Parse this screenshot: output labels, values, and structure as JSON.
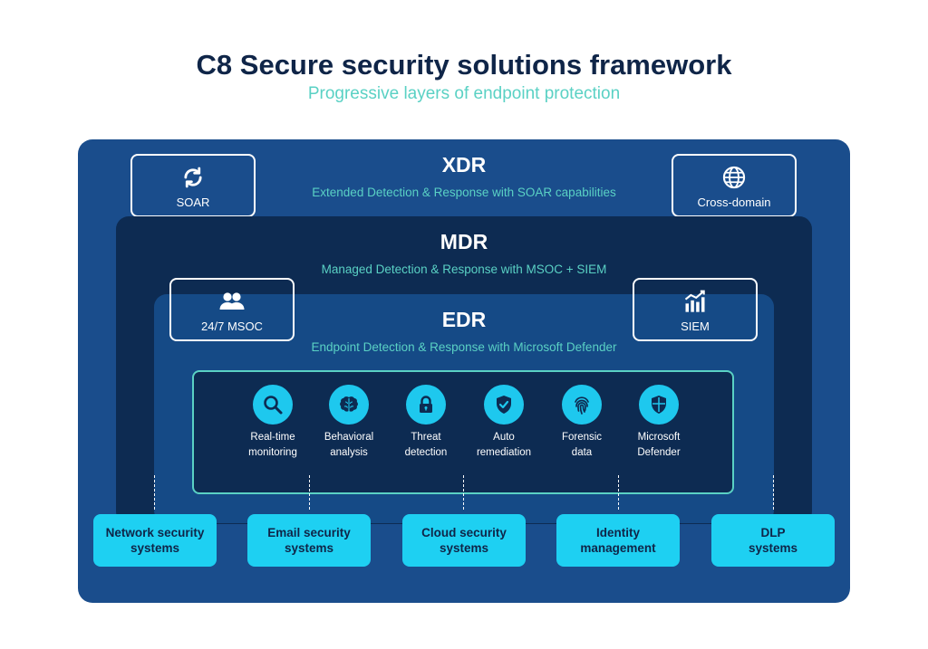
{
  "header": {
    "title": "C8 Secure security solutions framework",
    "subtitle": "Progressive layers of endpoint protection"
  },
  "xdr": {
    "title": "XDR",
    "description": "Extended Detection & Response with SOAR capabilities",
    "left_box": {
      "label": "SOAR",
      "icon": "sync-icon"
    },
    "right_box": {
      "label": "Cross-domain",
      "icon": "globe-icon"
    }
  },
  "mdr": {
    "title": "MDR",
    "description": "Managed Detection & Response with MSOC + SIEM",
    "left_box": {
      "label": "24/7 MSOC",
      "icon": "users-icon"
    },
    "right_box": {
      "label": "SIEM",
      "icon": "analytics-icon"
    }
  },
  "edr": {
    "title": "EDR",
    "description": "Endpoint Detection & Response with Microsoft Defender",
    "capabilities": [
      {
        "line1": "Real-time",
        "line2": "monitoring",
        "icon": "magnifier-icon"
      },
      {
        "line1": "Behavioral",
        "line2": "analysis",
        "icon": "brain-icon"
      },
      {
        "line1": "Threat",
        "line2": "detection",
        "icon": "lock-icon"
      },
      {
        "line1": "Auto",
        "line2": "remediation",
        "icon": "shield-check-icon"
      },
      {
        "line1": "Forensic",
        "line2": "data",
        "icon": "fingerprint-icon"
      },
      {
        "line1": "Microsoft",
        "line2": "Defender",
        "icon": "defender-shield-icon"
      }
    ]
  },
  "systems": [
    {
      "line1": "Network security",
      "line2": "systems"
    },
    {
      "line1": "Email security",
      "line2": "systems"
    },
    {
      "line1": "Cloud security",
      "line2": "systems"
    },
    {
      "line1": "Identity",
      "line2": "management"
    },
    {
      "line1": "DLP",
      "line2": "systems"
    }
  ],
  "colors": {
    "navy": "#0f2548",
    "teal": "#5ad1c4",
    "xdr_layer": "#1a4d8c",
    "mdr_layer": "#0d2b52",
    "edr_layer": "#154a86",
    "cyan": "#1ec8ee"
  }
}
